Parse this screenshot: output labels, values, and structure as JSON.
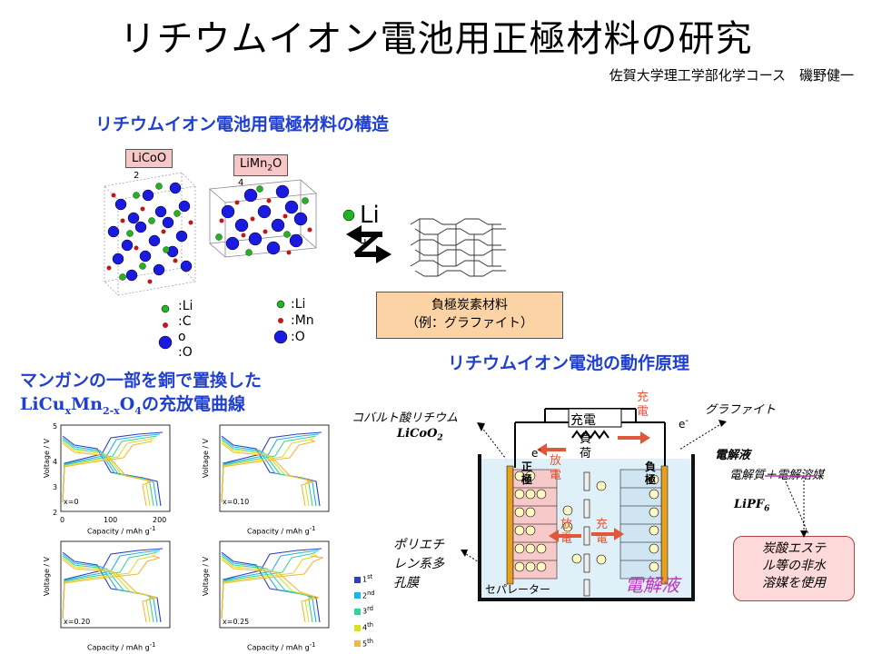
{
  "title": "リチウムイオン電池用正極材料の研究",
  "author": "佐賀大学理工学部化学コース　磯野健一",
  "structure_heading": "リチウムイオン電池用電極材料の構造",
  "licoo_tag": "LiCoO",
  "limn_tag_main": "LiMn",
  "limn_tag_sub2": "2",
  "limn_tag_o": "O",
  "limn_tag_sub4": "4",
  "licoo_sub2": "2",
  "legend_left": [
    ":Li",
    ":C",
    "o",
    ":O"
  ],
  "legend_right": [
    ":Li",
    ":Mn",
    ":O"
  ],
  "li_label": "Li",
  "plus": "+",
  "carbon_box": [
    "負極炭素材料",
    "（例：グラファイト）"
  ],
  "mn_heading": "マンガンの一部を銅で置換した",
  "mn_formula": {
    "a": "LiCu",
    "x1": "x",
    "b": "Mn",
    "sub2": "2-x",
    "c": "O",
    "sub4": "4",
    "d": "の充放電曲線"
  },
  "principle_heading": "リチウムイオン電池の動作原理",
  "cathode_name": "コバルト酸リチウム",
  "cathode_formula": "LiCoO",
  "cathode_formula_sub": "2",
  "graphite_label": "グラファイト",
  "electrolyte_heading": "電解液",
  "electrolyte_desc": "電解質＋電解溶媒",
  "lipf6": "LiPF",
  "lipf6_sub": "6",
  "solvent_box": [
    "炭酸エステ",
    "ル等の非水",
    "溶媒を使用"
  ],
  "separator_note": [
    "ポリエチ",
    "レン系多",
    "孔膜"
  ],
  "charge_box": "充電",
  "charge_top": [
    "充",
    "電"
  ],
  "load": [
    "負",
    "荷"
  ],
  "discharge_left": [
    "放",
    "電"
  ],
  "discharge_mid": [
    "放",
    "電"
  ],
  "charge_mid": [
    "充",
    "電"
  ],
  "pos_electrode": [
    "正",
    "極"
  ],
  "neg_electrode": [
    "負",
    "極"
  ],
  "electron_left": "e",
  "electron_left_sign": "-",
  "electron_right": "e",
  "electron_right_sign": "-",
  "separator_label": "セパレーター",
  "electrolyte_label": "電解液",
  "plots": [
    {
      "label": "x=0"
    },
    {
      "label": "x=0.10"
    },
    {
      "label": "x=0.20"
    },
    {
      "label": "x=0.25"
    }
  ],
  "y_ticks": [
    "5",
    "4",
    "3",
    "2"
  ],
  "x_ticks": [
    "0",
    "100",
    "200"
  ],
  "y_axis_label": "Voltage / V",
  "x_axis_label": "Capacity / mAh g",
  "x_axis_sup": "-1",
  "series_legend": [
    {
      "n": "1",
      "suf": "st",
      "color": "#2b3fc9"
    },
    {
      "n": "2",
      "suf": "nd",
      "color": "#1fb5e0"
    },
    {
      "n": "3",
      "suf": "rd",
      "color": "#3fd09a"
    },
    {
      "n": "4",
      "suf": "th",
      "color": "#d9e021"
    },
    {
      "n": "5",
      "suf": "th",
      "color": "#f6b73c"
    }
  ],
  "colors": {
    "blue_heading": "#1f3fd0",
    "li_green": "#22b522",
    "mn_red": "#c01818",
    "o_blue": "#1a1ae0",
    "electrolyte_fill": "#dff0f8",
    "cathode_fill": "#f7c9c9",
    "anode_fill": "#cfe6f2",
    "arrow_red": "#e0573a",
    "purple": "#c030c0"
  },
  "icons": [
    "li-ion-circle-icon",
    "double-arrow-icon",
    "graphite-lattice-icon"
  ]
}
